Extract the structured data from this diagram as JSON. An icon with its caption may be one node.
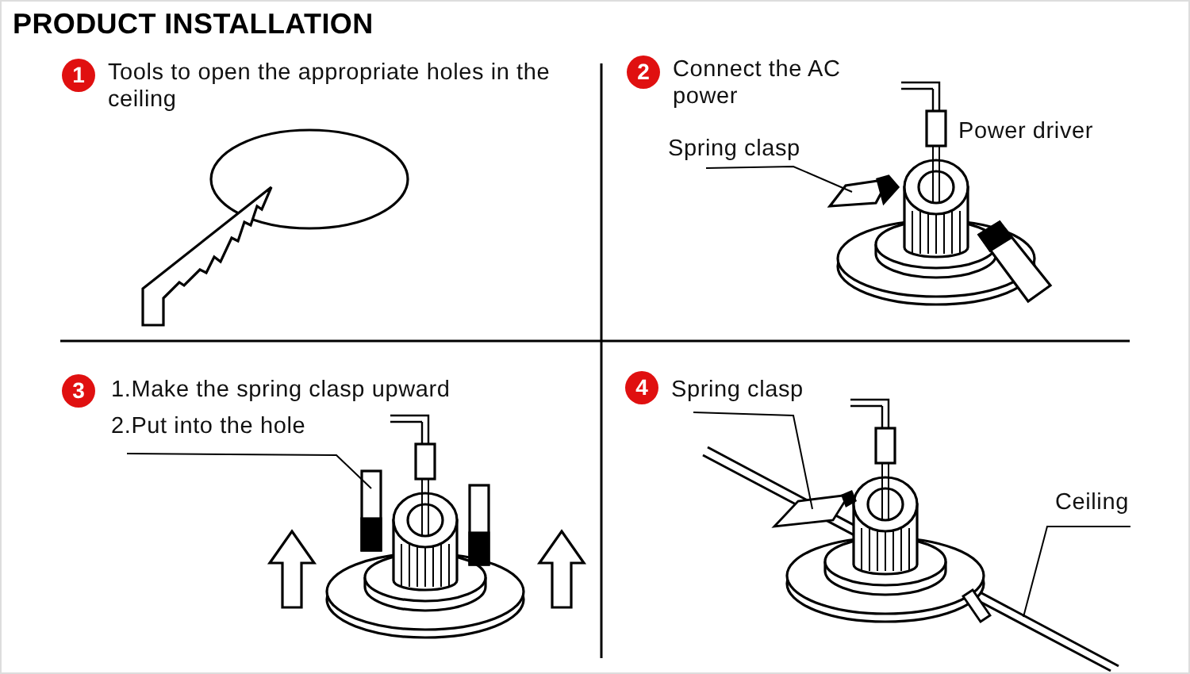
{
  "diagram": {
    "title": "PRODUCT INSTALLATION",
    "nodes": [
      {
        "text": [
          "Spring clasp"
        ]
      },
      {
        "text": [
          "2.Put into the hole"
        ]
      },
      {
        "text": [
          "Spring clasp"
        ]
      },
      {
        "text": [
          "Ceiling"
        ]
      }
    ],
    "edges": [
      {
        "from": 0,
        "to": null,
        "arrow": "none"
      },
      {
        "from": 1,
        "to": null,
        "arrow": "none"
      },
      {
        "from": 2,
        "to": null,
        "arrow": "none"
      },
      {
        "from": 3,
        "to": null,
        "arrow": "none"
      }
    ],
    "labels": [
      "1",
      "Tools to open the appropriate holes in the ceiling",
      "2",
      "Connect the AC power",
      "Power driver",
      "3",
      "1.Make the spring clasp upward",
      "4"
    ]
  }
}
